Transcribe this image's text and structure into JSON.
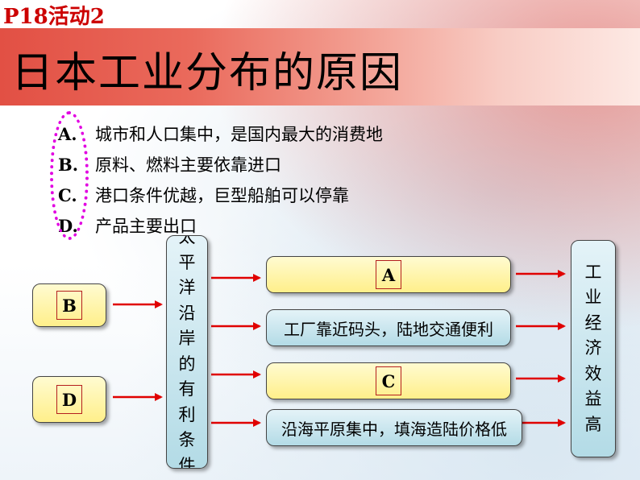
{
  "header": {
    "activity_label": "P18活动2",
    "title": "日本工业分布的原因"
  },
  "options": [
    {
      "letter": "A",
      "sep": ".",
      "text": "城市和人口集中，是国内最大的消费地"
    },
    {
      "letter": "B",
      "sep": ".",
      "text": "原料、燃料主要依靠进口"
    },
    {
      "letter": "C",
      "sep": ".",
      "text": "港口条件优越，巨型船舶可以停靠"
    },
    {
      "letter": "D",
      "sep": ".",
      "text": "产品主要出口"
    }
  ],
  "diagram": {
    "left_boxes": [
      "B",
      "D"
    ],
    "center_box": "太平洋沿岸的有利条件",
    "middle_boxes": [
      {
        "letter": "A",
        "text": ""
      },
      {
        "letter": "",
        "text": "工厂靠近码头，陆地交通便利"
      },
      {
        "letter": "C",
        "text": ""
      },
      {
        "letter": "",
        "text": "沿海平原集中，填海造陆价格低"
      }
    ],
    "result_box": "工业经济效益高"
  },
  "colors": {
    "title_band": "#e25044",
    "arrow": "#e00000",
    "highlight_ellipse": "#e100e1",
    "yellow_box": "#ffef8a",
    "blue_box": "#b3dbe6"
  }
}
